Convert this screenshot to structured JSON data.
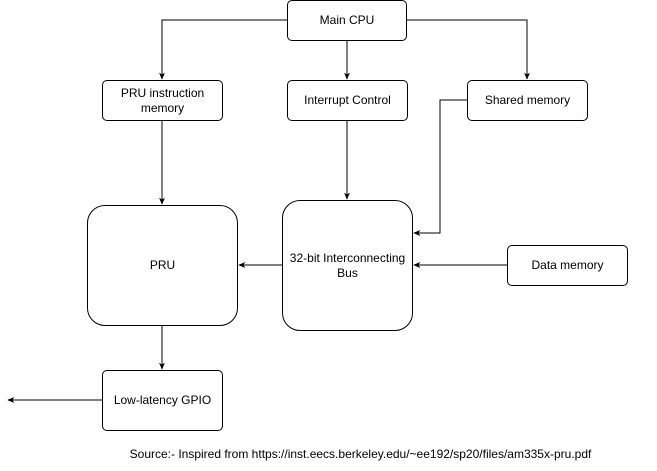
{
  "nodes": {
    "main_cpu": "Main CPU",
    "pru_instruction_memory": "PRU instruction memory",
    "interrupt_control": "Interrupt Control",
    "shared_memory": "Shared memory",
    "pru": "PRU",
    "interconnect_bus": "32-bit Interconnecting Bus",
    "data_memory": "Data memory",
    "low_latency_gpio": "Low-latency GPIO"
  },
  "source_note": "Source:- Inspired from https://inst.eecs.berkeley.edu/~ee192/sp20/files/am335x-pru.pdf",
  "colors": {
    "line": "#000000",
    "box_fill": "#ffffff",
    "text": "#000000"
  }
}
